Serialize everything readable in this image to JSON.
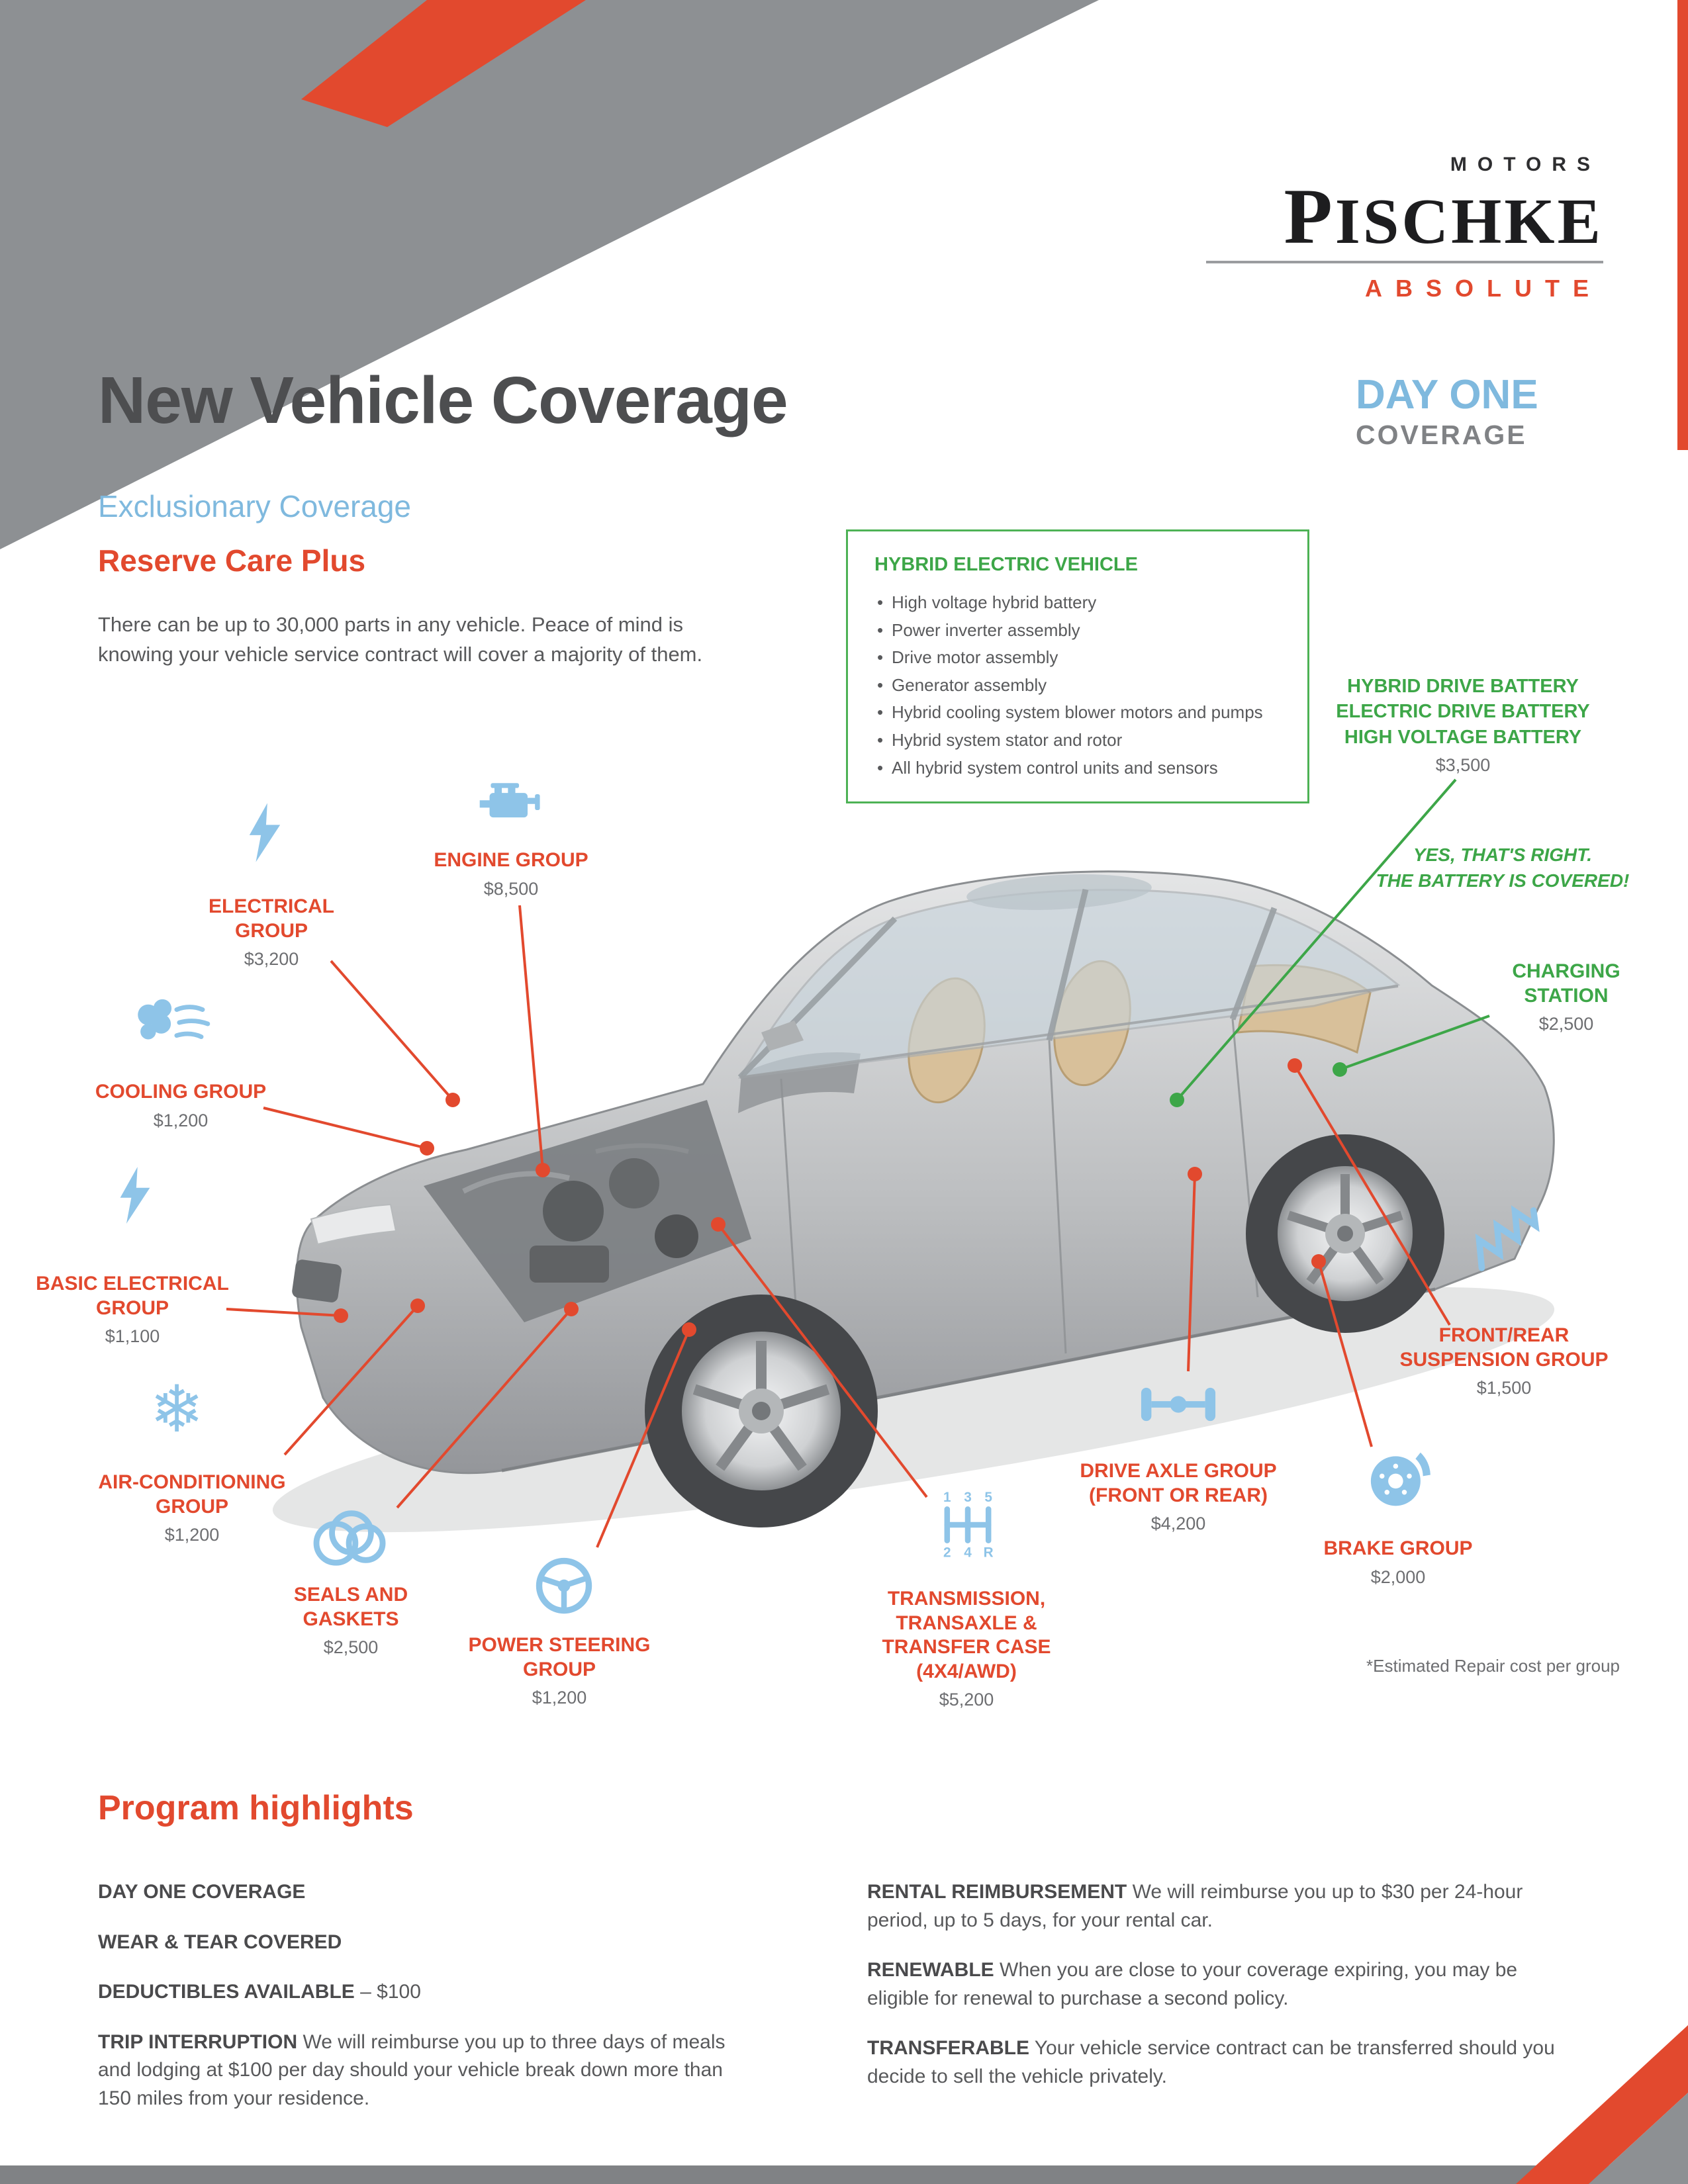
{
  "brand": {
    "motors": "MOTORS",
    "name": "PISCHKE",
    "absolute": "ABSOLUTE"
  },
  "header": {
    "title": "New Vehicle Coverage",
    "day_one": "DAY ONE",
    "day_one_sub": "COVERAGE",
    "coverage_type": "Exclusionary Coverage",
    "plan_name": "Reserve Care Plus",
    "intro": "There can be up to 30,000 parts in any vehicle. Peace of mind is knowing your vehicle service contract will cover a majority of them."
  },
  "hybrid_box": {
    "title": "HYBRID ELECTRIC VEHICLE",
    "items": [
      "High voltage hybrid battery",
      "Power inverter assembly",
      "Drive motor assembly",
      "Generator assembly",
      "Hybrid cooling system blower motors and pumps",
      "Hybrid system stator and rotor",
      "All hybrid system control units and sensors"
    ]
  },
  "battery": {
    "line1": "HYBRID DRIVE BATTERY",
    "line2": "ELECTRIC DRIVE BATTERY",
    "line3": "HIGH VOLTAGE BATTERY",
    "price": "$3,500",
    "note1": "YES, THAT'S RIGHT.",
    "note2": "THE BATTERY IS COVERED!"
  },
  "charging": {
    "label": "CHARGING STATION",
    "price": "$2,500"
  },
  "groups": [
    {
      "label": "ENGINE GROUP",
      "price": "$8,500"
    },
    {
      "label": "ELECTRICAL GROUP",
      "price": "$3,200"
    },
    {
      "label": "COOLING GROUP",
      "price": "$1,200"
    },
    {
      "label": "BASIC ELECTRICAL GROUP",
      "price": "$1,100"
    },
    {
      "label": "AIR-CONDITIONING GROUP",
      "price": "$1,200"
    },
    {
      "label": "SEALS AND GASKETS",
      "price": "$2,500"
    },
    {
      "label": "POWER STEERING GROUP",
      "price": "$1,200"
    },
    {
      "label": "TRANSMISSION, TRANSAXLE & TRANSFER CASE (4X4/AWD)",
      "price": "$5,200"
    },
    {
      "label": "DRIVE AXLE GROUP (FRONT OR REAR)",
      "price": "$4,200"
    },
    {
      "label": "BRAKE GROUP",
      "price": "$2,000"
    },
    {
      "label": "FRONT/REAR SUSPENSION GROUP",
      "price": "$1,500"
    }
  ],
  "footnote": "*Estimated Repair cost per group",
  "highlights": {
    "title": "Program highlights",
    "left": [
      {
        "bold": "DAY ONE COVERAGE",
        "text": ""
      },
      {
        "bold": "WEAR & TEAR COVERED",
        "text": ""
      },
      {
        "bold": "DEDUCTIBLES AVAILABLE",
        "text": " – $100"
      },
      {
        "bold": "TRIP INTERRUPTION",
        "text": " We will reimburse you up to three days of meals and lodging at $100 per day should your vehicle break down more than 150 miles from your residence."
      }
    ],
    "right": [
      {
        "bold": "RENTAL REIMBURSEMENT",
        "text": " We will reimburse you up to $30 per 24-hour period, up to 5 days, for your rental car."
      },
      {
        "bold": "RENEWABLE",
        "text": " When you are close to your coverage expiring, you may be eligible for renewal to purchase a second policy."
      },
      {
        "bold": "TRANSFERABLE",
        "text": " Your vehicle service contract can be transferred should you decide to sell the vehicle privately."
      }
    ]
  },
  "icons": {
    "snowflake": "❄",
    "shifter_top": [
      "1",
      "3",
      "5"
    ],
    "shifter_bottom": [
      "2",
      "4",
      "R"
    ]
  },
  "colors": {
    "red": "#E2492E",
    "blue": "#7FB9DE",
    "icon_blue": "#8EC4E8",
    "green": "#3DA648",
    "gray": "#808285",
    "text": "#58595B"
  }
}
